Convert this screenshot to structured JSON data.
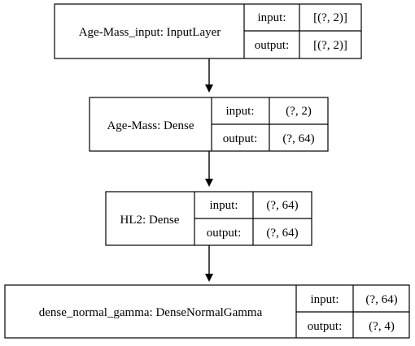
{
  "nodes": [
    {
      "name": "Age-Mass_input: InputLayer",
      "input_label": "input:",
      "input_value": "[(?, 2)]",
      "output_label": "output:",
      "output_value": "[(?, 2)]"
    },
    {
      "name": "Age-Mass: Dense",
      "input_label": "input:",
      "input_value": "(?, 2)",
      "output_label": "output:",
      "output_value": "(?, 64)"
    },
    {
      "name": "HL2: Dense",
      "input_label": "input:",
      "input_value": "(?, 64)",
      "output_label": "output:",
      "output_value": "(?, 64)"
    },
    {
      "name": "dense_normal_gamma: DenseNormalGamma",
      "input_label": "input:",
      "input_value": "(?, 64)",
      "output_label": "output:",
      "output_value": "(?, 4)"
    }
  ],
  "edges": [
    {
      "from": 0,
      "to": 1
    },
    {
      "from": 1,
      "to": 2
    },
    {
      "from": 2,
      "to": 3
    }
  ]
}
